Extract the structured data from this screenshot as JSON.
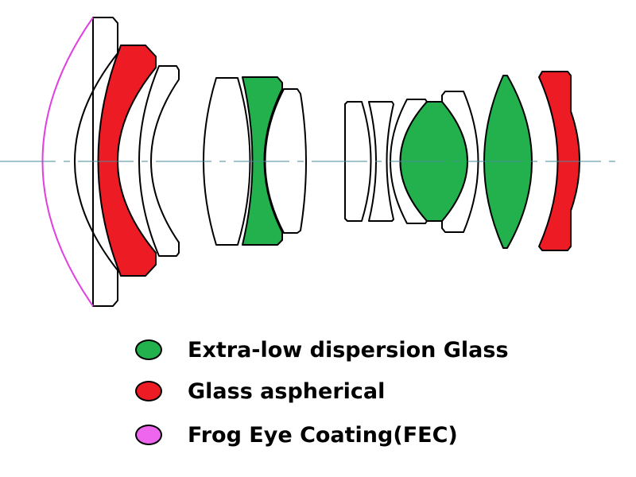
{
  "colors": {
    "ed_glass": "#22b14c",
    "aspherical": "#ed1c24",
    "fec": "#e040e0",
    "axis": "#4a8a9a"
  },
  "legend": [
    {
      "label": "Extra-low dispersion Glass",
      "color": "#22b14c"
    },
    {
      "label": "Glass aspherical",
      "color": "#ed1c24"
    },
    {
      "label": "Frog Eye Coating(FEC)",
      "color": "#ee66ee"
    }
  ]
}
